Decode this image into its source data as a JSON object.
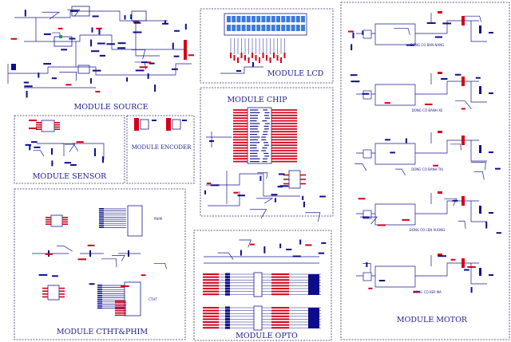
{
  "modules": {
    "source": "MODULE SOURCE",
    "lcd": "MODULE LCD",
    "chip": "MODULE CHIP",
    "sensor": "MODULE SENSOR",
    "encoder": "MODULE ENCODER",
    "motor": "MODULE MOTOR",
    "ctht_pwm": "MODULE CTHT&PHIM",
    "opto": "MODULE OPTO"
  },
  "motor_labels": [
    "DONG CO BAN NANG",
    "DONG CO BANH XE",
    "DONG CO BANH TAI",
    "DONG CO LEN XUONG",
    "DONG CO KEP MA"
  ],
  "ctht_labels": {
    "phim": "PHIM",
    "ctht": "CTHT"
  },
  "colors": {
    "wire": "#1a1a8c",
    "pin": "#d4001a",
    "box": "#2c2c6a",
    "lcd": "#3d7bd9",
    "component": "#0d0d8c"
  }
}
